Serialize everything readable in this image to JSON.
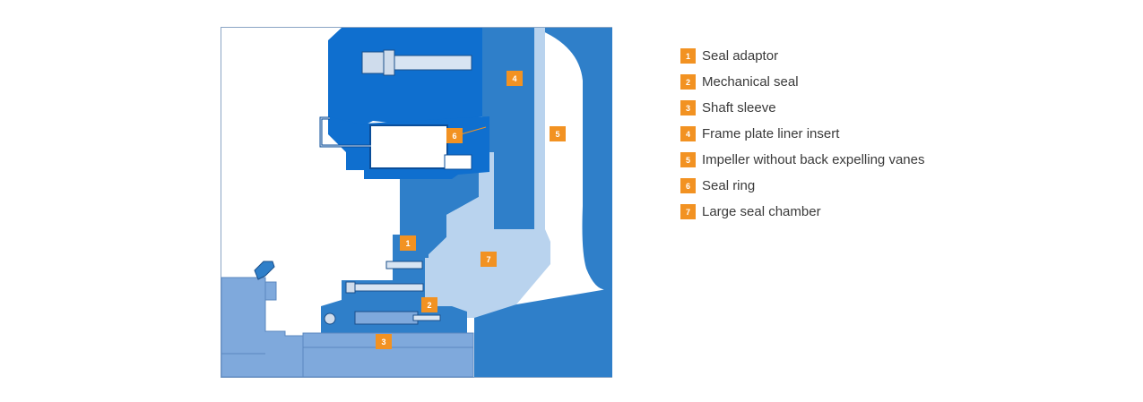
{
  "colors": {
    "dark_blue": "#0f6fcf",
    "mid_blue": "#2f7fc9",
    "light_blue": "#b9d3ee",
    "pale_blue": "#7fa9dc",
    "marker_orange": "#f29222"
  },
  "markers": [
    {
      "number": "1"
    },
    {
      "number": "2"
    },
    {
      "number": "3"
    },
    {
      "number": "4"
    },
    {
      "number": "5"
    },
    {
      "number": "6"
    },
    {
      "number": "7"
    }
  ],
  "legend": [
    {
      "number": "1",
      "label": "Seal adaptor"
    },
    {
      "number": "2",
      "label": "Mechanical seal"
    },
    {
      "number": "3",
      "label": "Shaft sleeve"
    },
    {
      "number": "4",
      "label": "Frame plate liner insert"
    },
    {
      "number": "5",
      "label": "Impeller without back expelling vanes"
    },
    {
      "number": "6",
      "label": "Seal ring"
    },
    {
      "number": "7",
      "label": "Large seal chamber"
    }
  ]
}
